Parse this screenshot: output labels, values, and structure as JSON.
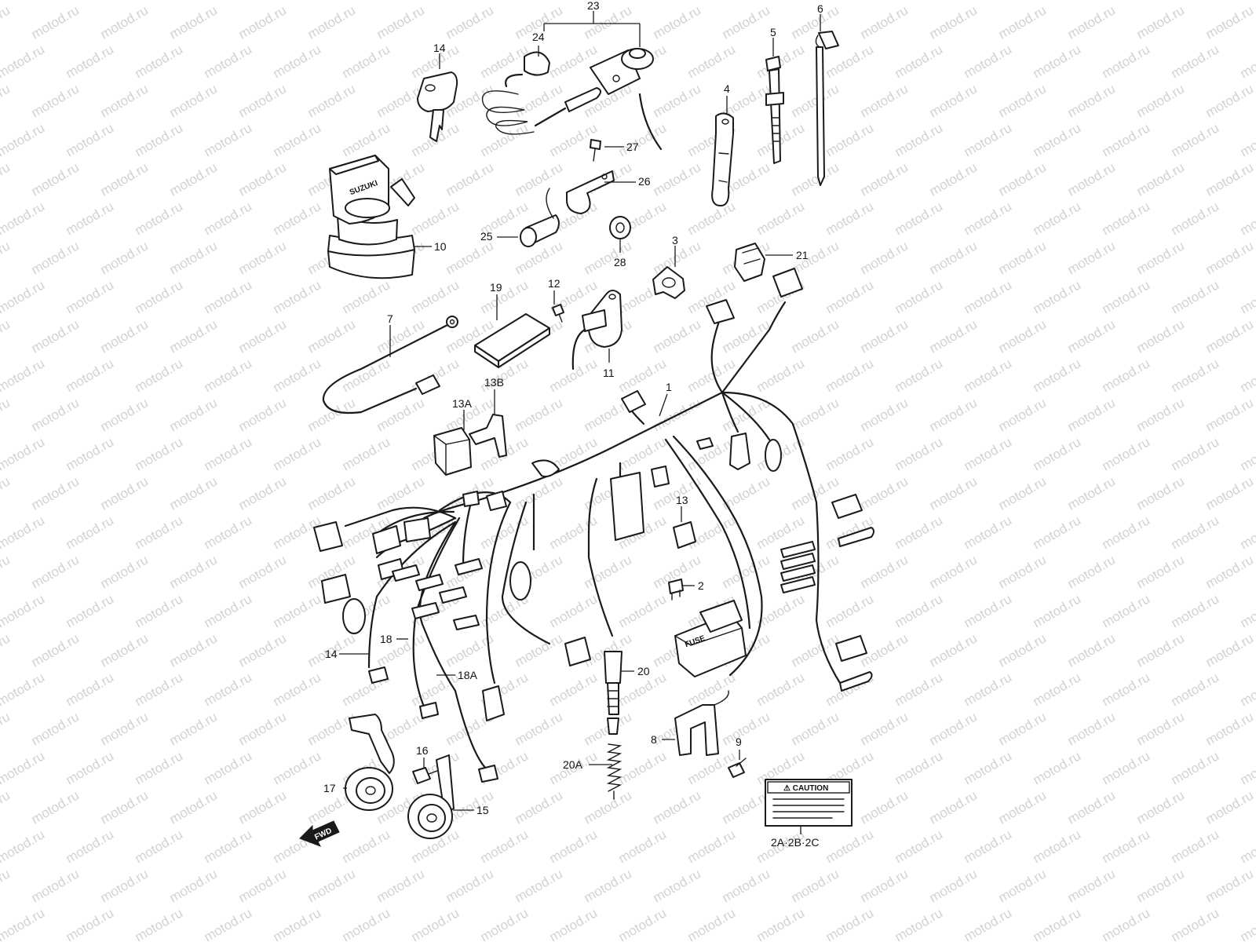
{
  "watermark": "motod.ru",
  "callouts": {
    "c1": "1",
    "c2": "2",
    "c3": "3",
    "c4": "4",
    "c5": "5",
    "c6": "6",
    "c7": "7",
    "c8": "8",
    "c9": "9",
    "c10": "10",
    "c11": "11",
    "c12": "12",
    "c13": "13",
    "c13a": "13A",
    "c13b": "13B",
    "c14_key": "14",
    "c14_wire": "14",
    "c15": "15",
    "c16": "16",
    "c17": "17",
    "c18": "18",
    "c18a": "18A",
    "c19": "19",
    "c20": "20",
    "c20a": "20A",
    "c21": "21",
    "c23": "23",
    "c24": "24",
    "c25": "25",
    "c26": "26",
    "c27": "27",
    "c28": "28",
    "c2abc": "2A·2B·2C"
  },
  "labels": {
    "caution": "⚠ CAUTION",
    "brand": "SUZUKI",
    "fuse": "FUSE",
    "fwd": "FWD"
  },
  "colors": {
    "line": "#1a1a1a",
    "watermark": "#d2d2d2",
    "background": "#ffffff"
  }
}
